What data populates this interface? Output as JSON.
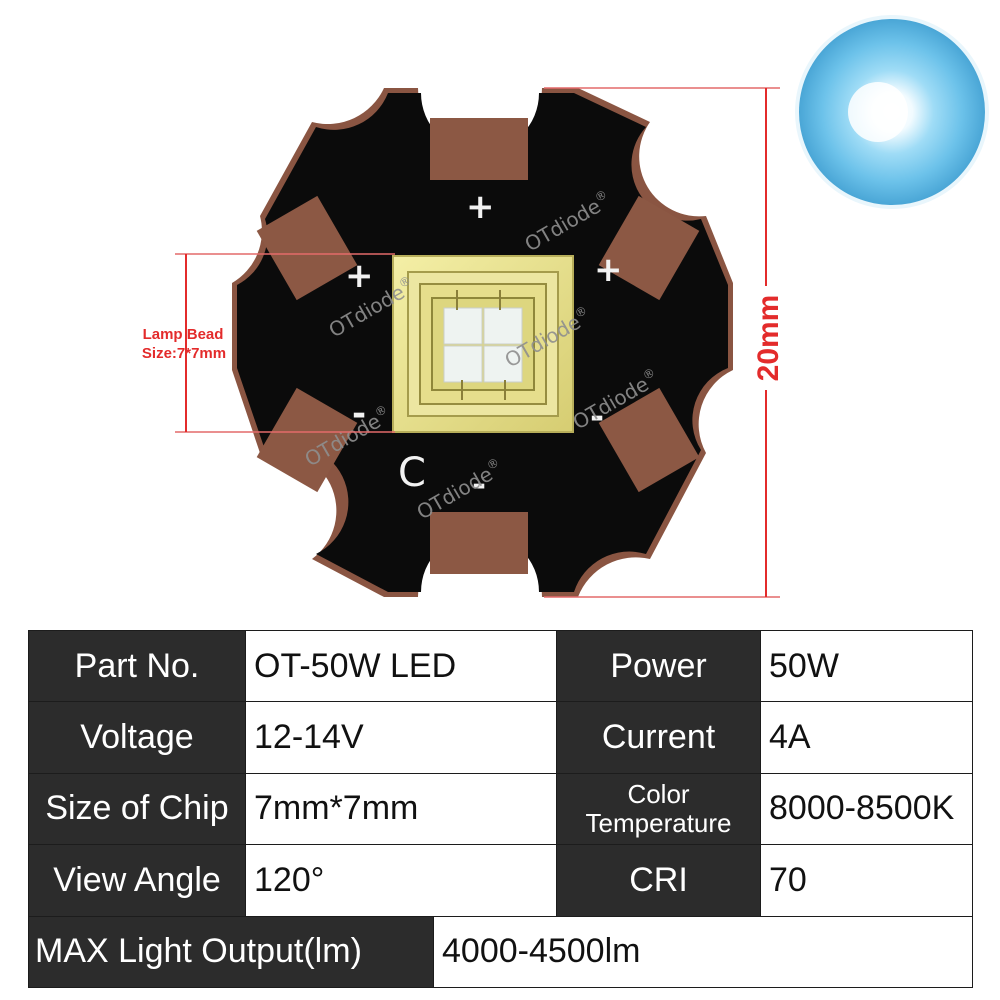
{
  "figure": {
    "watermark": "OTdiode",
    "registered_mark": "®",
    "lamp_bead_label_line1": "Lamp Bead",
    "lamp_bead_label_line2": "Size:7*7mm",
    "board_dimension": "20mm",
    "pad_markings": [
      "+",
      "+",
      "+",
      "-",
      "-",
      "-"
    ],
    "orientation_marking": "C",
    "colors": {
      "board": "#0b0b0b",
      "board_edge": "#8a5542",
      "pad": "#8c5844",
      "dimension_line": "#e32b2b",
      "chip_frame": "#e3dd8f",
      "chip_die": "#eef3f1",
      "glow": "#7fd0f2"
    }
  },
  "spec_table": {
    "rows": [
      {
        "label1": "Part No.",
        "value1": "OT-50W LED",
        "label2": "Power",
        "value2": "50W"
      },
      {
        "label1": "Voltage",
        "value1": "12-14V",
        "label2": "Current",
        "value2": "4A"
      },
      {
        "label1": "Size of Chip",
        "value1": "7mm*7mm",
        "label2_line1": "Color",
        "label2_line2": "Temperature",
        "value2": "8000-8500K"
      },
      {
        "label1": "View Angle",
        "value1": "120°",
        "label2": "CRI",
        "value2": "70"
      }
    ],
    "max_output_label": "MAX Light Output(lm)",
    "max_output_value": "4000-4500lm"
  }
}
